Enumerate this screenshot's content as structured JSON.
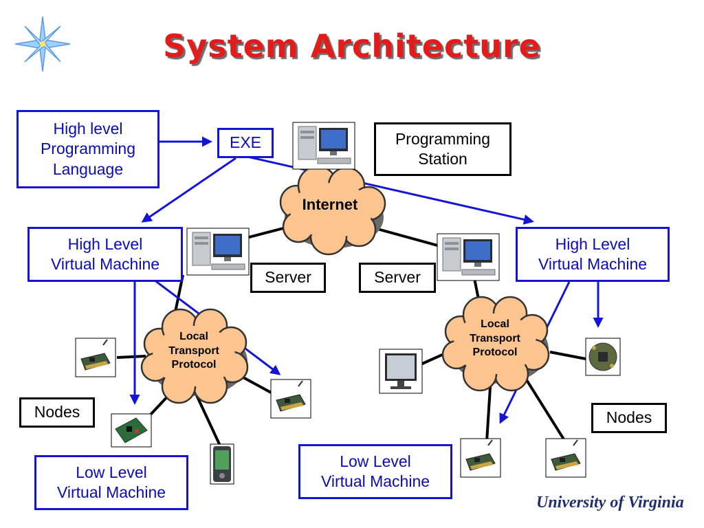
{
  "slide": {
    "title": "System Architecture",
    "logo_text": "University of Virginia"
  },
  "boxes": {
    "hll": "High level\nProgramming\nLanguage",
    "exe": "EXE",
    "programming_station": "Programming\nStation",
    "hlvm_left": "High Level\nVirtual Machine",
    "hlvm_right": "High Level\nVirtual Machine",
    "server_left": "Server",
    "server_right": "Server",
    "nodes_left": "Nodes",
    "nodes_right": "Nodes",
    "llvm_left": "Low Level\nVirtual Machine",
    "llvm_right": "Low Level\nVirtual Machine"
  },
  "clouds": {
    "internet": "Internet",
    "ltp_left": "Local\nTransport\nProtocol",
    "ltp_right": "Local\nTransport\nProtocol"
  },
  "colors": {
    "title": "#e31b1b",
    "blue": "#1414d6",
    "cloud_fill": "#fcc590",
    "black": "#000000"
  },
  "icons": [
    "star-sparkle-icon",
    "desktop-computer-icon",
    "sensor-node-icon",
    "circuit-board-icon",
    "monitor-icon",
    "pda-icon"
  ]
}
